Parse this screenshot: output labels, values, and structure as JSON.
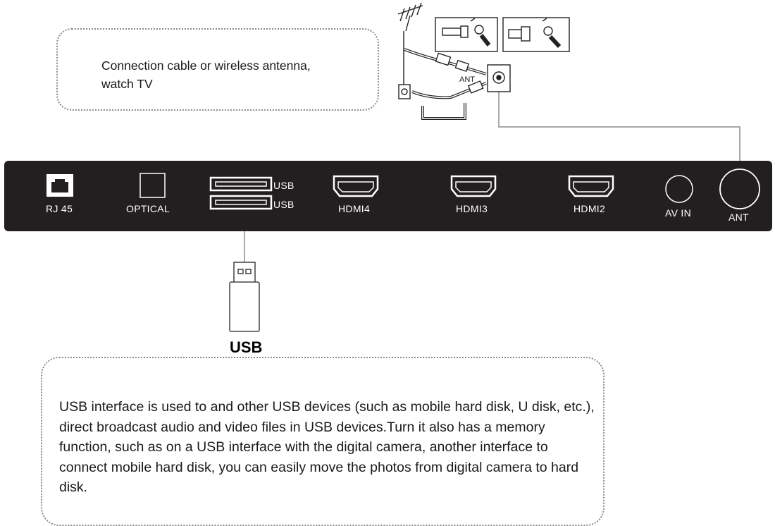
{
  "antenna_note": {
    "text": "Connection cable or wireless antenna, watch TV"
  },
  "antenna_diagram": {
    "socket_label": "ANT"
  },
  "panel": {
    "ports": [
      {
        "id": "rj45",
        "label": "RJ 45"
      },
      {
        "id": "optical",
        "label": "OPTICAL"
      },
      {
        "id": "usb1",
        "label": "USB"
      },
      {
        "id": "usb2",
        "label": "USB"
      },
      {
        "id": "hdmi4",
        "label": "HDMI4"
      },
      {
        "id": "hdmi3",
        "label": "HDMI3"
      },
      {
        "id": "hdmi2",
        "label": "HDMI2"
      },
      {
        "id": "avin",
        "label": "AV IN"
      },
      {
        "id": "ant",
        "label": "ANT"
      }
    ]
  },
  "usb_device": {
    "caption": "USB"
  },
  "usb_note": {
    "text": "USB interface is used to and other USB devices (such as mobile hard disk, U disk, etc.), direct broadcast audio and video files in USB devices.Turn it also has a memory function, such as on a USB interface with the digital camera, another interface to connect mobile hard disk, you can easily move the photos from digital camera to hard disk."
  },
  "colors": {
    "panel": "#231f20",
    "port_stroke": "#ffffff",
    "connector_line": "#8c8c8c",
    "bubble_border": "#8a8a8a"
  }
}
